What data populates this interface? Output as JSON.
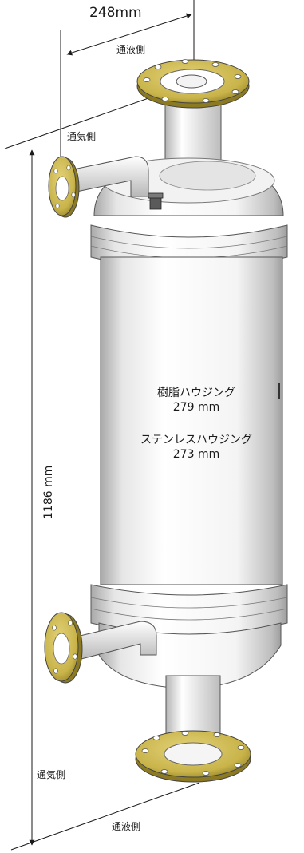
{
  "dimensions": {
    "flange_spacing": "248mm",
    "height": "1186 mm",
    "resin_housing_label": "樹脂ハウジング",
    "resin_housing_diameter": "279 mm",
    "stainless_housing_label": "ステンレスハウジング",
    "stainless_housing_diameter": "273 mm"
  },
  "ports": {
    "top_liquid": "通液側",
    "top_gas": "通気側",
    "bottom_gas": "通気側",
    "bottom_liquid": "通液側"
  },
  "colors": {
    "flange": "#c9b44a",
    "flange_dark": "#8c7a22",
    "body_light": "#ffffff",
    "body_shade": "#b9b9b9",
    "line": "#1a1a1a"
  }
}
